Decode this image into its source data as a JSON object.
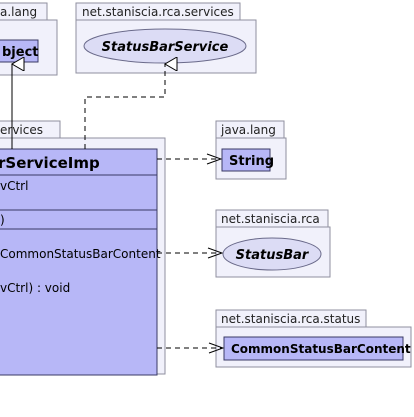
{
  "packages": {
    "java_lang_top": {
      "label": "a.lang",
      "class_name": "bject"
    },
    "services_iface": {
      "label": "net.staniscia.rca.services",
      "interface_name": "StatusBarService"
    },
    "services_impl_pkg": {
      "label": "ervices"
    },
    "java_lang_string": {
      "label": "java.lang",
      "class_name": "String"
    },
    "rca_statusbar": {
      "label": "net.staniscia.rca",
      "interface_name": "StatusBar"
    },
    "rca_status": {
      "label": "net.staniscia.rca.status",
      "class_name": "CommonStatusBarContent"
    }
  },
  "impl_class": {
    "name": "rServiceImp",
    "attributes": [
      "vCtrl"
    ],
    "constructor": ")",
    "methods": [
      "CommonStatusBarContent",
      "vCtrl) : void"
    ]
  },
  "colors": {
    "package_fill": "#f1f1fb",
    "package_stroke": "#8f8f9f",
    "class_fill": "#b7b7f7",
    "class_stroke": "#3a3a66",
    "interface_fill": "#dcdcf5",
    "line": "#000000"
  }
}
